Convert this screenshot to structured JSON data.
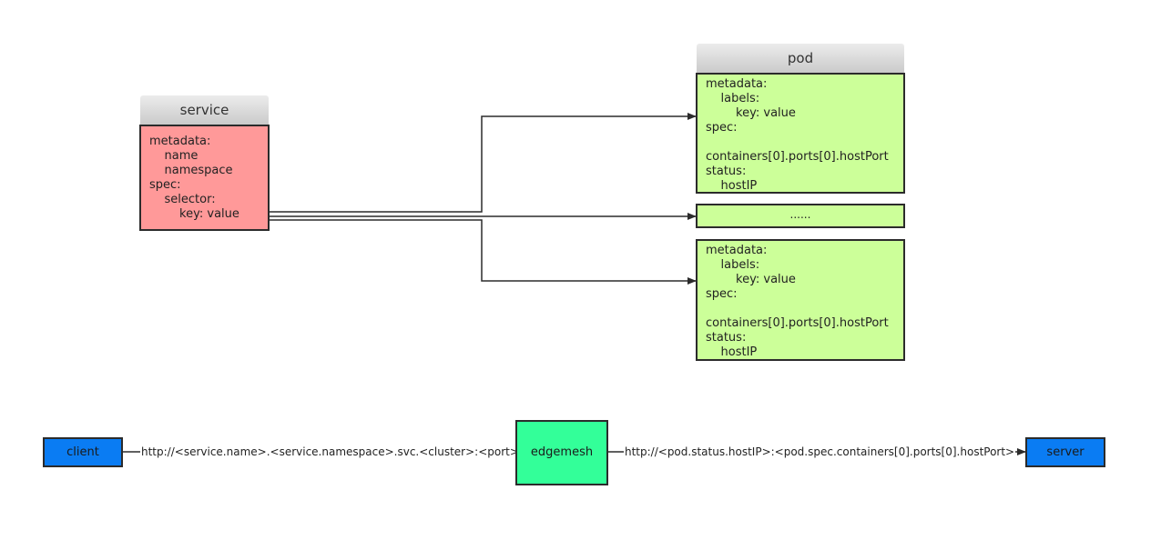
{
  "service": {
    "title": "service",
    "lines": [
      "metadata:",
      "    name",
      "    namespace",
      "spec:",
      "    selector:",
      "        key: value"
    ]
  },
  "pods": {
    "title": "pod",
    "pod1_lines": [
      "metadata:",
      "    labels:",
      "        key: value",
      "spec:",
      "",
      "containers[0].ports[0].hostPort",
      "status:",
      "    hostIP"
    ],
    "ellipsis": "......",
    "pod2_lines": [
      "metadata:",
      "    labels:",
      "        key: value",
      "spec:",
      "",
      "containers[0].ports[0].hostPort",
      "status:",
      "    hostIP"
    ]
  },
  "flow": {
    "client": "client",
    "edgemesh": "edgemesh",
    "server": "server",
    "client_to_edgemesh": "http://<service.name>.<service.namespace>.svc.<cluster>:<port>",
    "edgemesh_to_server": "http://<pod.status.hostIP>:<pod.spec.containers[0].ports[0].hostPort>"
  },
  "colors": {
    "service_fill": "#ff9999",
    "pod_fill": "#ccff99",
    "client_server_fill": "#0a7cf3",
    "edgemesh_fill": "#33ff99",
    "line": "#2b2b2b"
  }
}
